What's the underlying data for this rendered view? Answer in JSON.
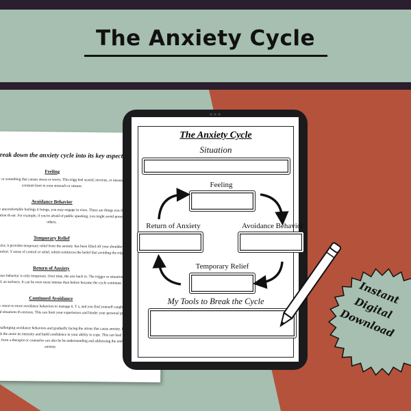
{
  "header": {
    "title": "The Anxiety Cycle"
  },
  "colors": {
    "sage": "#a6bfb0",
    "terracotta": "#b5523c",
    "plum": "#2b1e2e",
    "device": "#1b1b1d"
  },
  "document": {
    "heading": "Let's break down the anxiety cycle into its key aspect",
    "sections": [
      {
        "title": "Feeling",
        "body": "xiety often starts with a trigger or something that causes stress or worry. This trigg feel scared, nervous, or uneasy. It's like having a constant knot in your stomach or unease."
      },
      {
        "title": "Avoidance Behavior",
        "body": "cope with the anxiety and the uncomfortable feelings it brings, you may engage in viors. These are things you do to try and stay away from the trigger or situation th ear. For example, if you're afraid of public speaking, you might avoid presentatio in front of others."
      },
      {
        "title": "Temporary Relief",
        "body": "you engage in avoidance behavior, it provides temporary relief from the anxiety. has been lifted off your shoulders or a momentary break from the discomfort. Y sense of control or relief, which reinforces the belief that avoiding the trigger is h"
      },
      {
        "title": "Return of Anxiety",
        "body": "rtunately, the relief from avoidance behavior is only temporary. Over time, the anx back in. The trigger or situation that you're trying to avoid remains unresolved, an surfaces. It can be even more intense than before because the cycle continues to rei anxiety."
      },
      {
        "title": "Continued Avoidance",
        "body": "s the anxiety returns, you may resort to more avoidance behaviors to manage it. T s, and you find yourself caught in a pattern of avoiding triggers and situations th anxious. This can limit your experiences and hinder your personal growth."
      },
      {
        "title": "",
        "body": "aking this cycle involves challenging avoidance behaviors and gradually facing the ations that cause anxiety. By gradually confronting and working through the anxie its intensity and build confidence in your ability to cope. This can lead to long-te ense of empowerment. Seeking support from a therapist or counselor can also be be understanding and addressing the underlying causes of anxiety."
      }
    ]
  },
  "worksheet": {
    "title": "The Anxiety Cycle",
    "situation_label": "Situation",
    "feeling_label": "Feeling",
    "return_label": "Return of Anxiety",
    "avoidance_label": "Avoidance Behavior",
    "relief_label": "Temporary Relief",
    "tools_label": "My Tools to Break the Cycle"
  },
  "badge": {
    "lines": [
      "Instant",
      "Digital",
      "Download"
    ]
  },
  "icons": {
    "cycle_arrows": "curved-arrow-icon",
    "stylus": "pencil-icon",
    "badge": "starburst-badge"
  }
}
